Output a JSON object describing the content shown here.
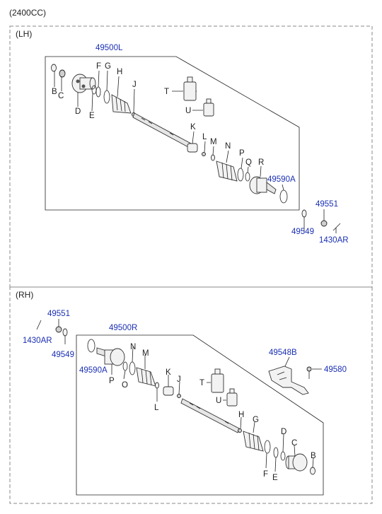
{
  "header": {
    "engine": "(2400CC)"
  },
  "sections": {
    "lh": {
      "title": "(LH)",
      "assembly": "49500L",
      "labels": {
        "B": "B",
        "C": "C",
        "D": "D",
        "E": "E",
        "F": "F",
        "G": "G",
        "H": "H",
        "J": "J",
        "K": "K",
        "L": "L",
        "M": "M",
        "N": "N",
        "P": "P",
        "Q": "Q",
        "R": "R",
        "T": "T",
        "U": "U",
        "p49590A": "49590A",
        "p49551": "49551",
        "p49549": "49549",
        "p1430AR": "1430AR"
      }
    },
    "rh": {
      "title": "(RH)",
      "assembly": "49500R",
      "labels": {
        "B": "B",
        "C": "C",
        "D": "D",
        "E": "E",
        "F": "F",
        "G": "G",
        "H": "H",
        "J": "J",
        "K": "K",
        "L": "L",
        "M": "M",
        "N": "N",
        "O": "O",
        "P": "P",
        "T": "T",
        "U": "U",
        "p49590A": "49590A",
        "p49551": "49551",
        "p49549": "49549",
        "p1430AR": "1430AR",
        "p49548B": "49548B",
        "p49580": "49580"
      }
    }
  },
  "colors": {
    "part_number": "#1a2fb3",
    "letter": "#222222",
    "frame": "#888888"
  }
}
